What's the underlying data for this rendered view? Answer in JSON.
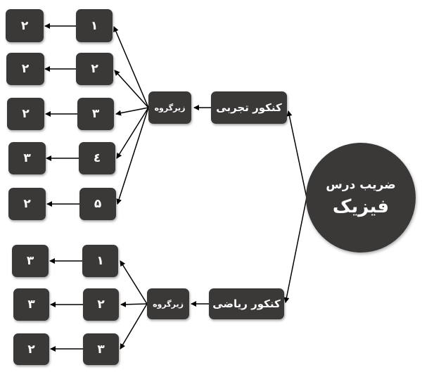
{
  "colors": {
    "node_fill": "#3b3838",
    "node_text": "#ffffff",
    "edge": "#000000",
    "background": "#ffffff"
  },
  "root": {
    "line1": "ضریب درس",
    "line2": "فیزیک"
  },
  "branches": [
    {
      "label": "کنکور تجربی",
      "subgroup_label": "زیرگروه",
      "rows": [
        {
          "subgroup": "۱",
          "coefficient": "۲"
        },
        {
          "subgroup": "۲",
          "coefficient": "۲"
        },
        {
          "subgroup": "۳",
          "coefficient": "۲"
        },
        {
          "subgroup": "٤",
          "coefficient": "۳"
        },
        {
          "subgroup": "۵",
          "coefficient": "۲"
        }
      ]
    },
    {
      "label": "کنکور ریاضی",
      "subgroup_label": "زیرگروه",
      "rows": [
        {
          "subgroup": "۱",
          "coefficient": "۳"
        },
        {
          "subgroup": "۲",
          "coefficient": "۳"
        },
        {
          "subgroup": "۳",
          "coefficient": "۲"
        }
      ]
    }
  ]
}
